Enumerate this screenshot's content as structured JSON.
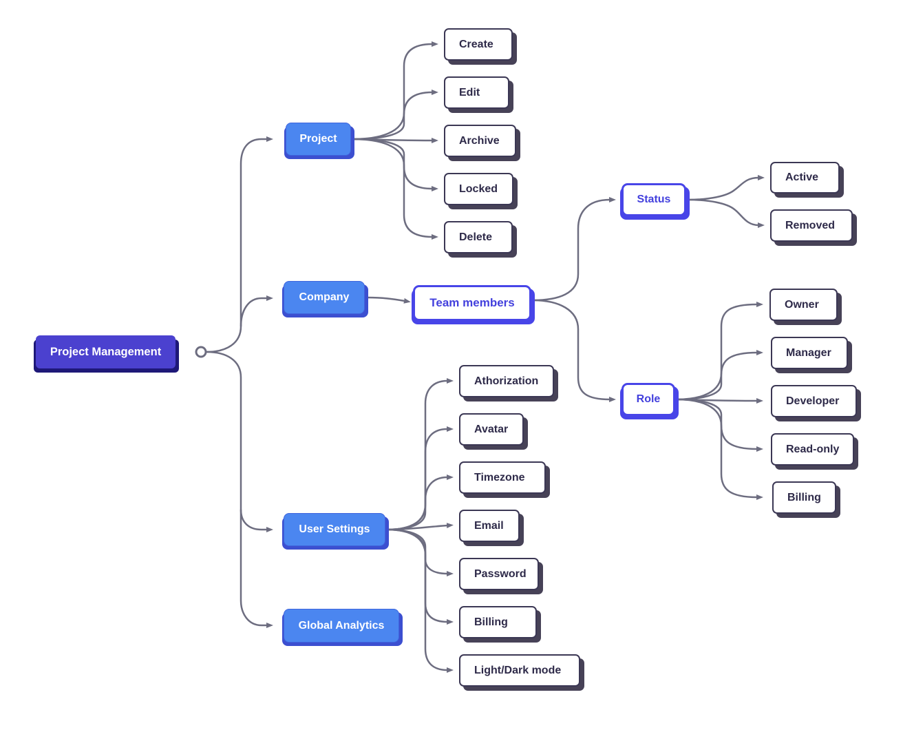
{
  "diagram_title": "Project Management mind map",
  "colors": {
    "root_fill": "#4b41cf",
    "root_shadow": "#1e1878",
    "primary_fill": "#4b86f0",
    "primary_shadow": "#3c4fd0",
    "secondary_accent": "#4845e8",
    "secondary_text": "#4340dd",
    "leaf_border": "#3b3754",
    "leaf_text": "#2e2a49",
    "connector": "#6d6d80"
  },
  "tree": {
    "root": {
      "label": "Project Management"
    },
    "branches": [
      {
        "label": "Project",
        "children": [
          {
            "label": "Create"
          },
          {
            "label": "Edit"
          },
          {
            "label": "Archive"
          },
          {
            "label": "Locked"
          },
          {
            "label": "Delete"
          }
        ]
      },
      {
        "label": "Company",
        "children": [
          {
            "label": "Team members",
            "children": [
              {
                "label": "Status",
                "children": [
                  {
                    "label": "Active"
                  },
                  {
                    "label": "Removed"
                  }
                ]
              },
              {
                "label": "Role",
                "children": [
                  {
                    "label": "Owner"
                  },
                  {
                    "label": "Manager"
                  },
                  {
                    "label": "Developer"
                  },
                  {
                    "label": "Read-only"
                  },
                  {
                    "label": "Billing"
                  }
                ]
              }
            ]
          }
        ]
      },
      {
        "label": "User Settings",
        "children": [
          {
            "label": "Athorization"
          },
          {
            "label": "Avatar"
          },
          {
            "label": "Timezone"
          },
          {
            "label": "Email"
          },
          {
            "label": "Password"
          },
          {
            "label": "Billing"
          },
          {
            "label": "Light/Dark mode"
          }
        ]
      },
      {
        "label": "Global Analytics",
        "children": []
      }
    ]
  }
}
